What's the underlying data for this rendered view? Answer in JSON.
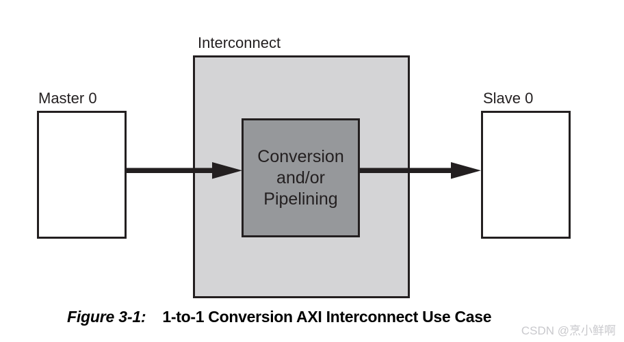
{
  "figure": {
    "diagram_type": "block-diagram",
    "background_color": "#ffffff",
    "line_color": "#231f20",
    "interconnect_fill": "#d4d4d6",
    "conversion_fill": "#96989b",
    "blocks": {
      "master": {
        "label": "Master 0",
        "fill": "#ffffff"
      },
      "interconnect": {
        "label": "Interconnect",
        "fill": "#d4d4d6"
      },
      "conversion": {
        "label_lines": [
          "Conversion",
          "and/or",
          "Pipelining"
        ],
        "fill": "#96989b"
      },
      "slave": {
        "label": "Slave 0",
        "fill": "#ffffff"
      }
    },
    "connections": [
      {
        "name": "master-to-conversion",
        "from": "Master 0",
        "to": "Conversion and/or Pipelining",
        "direction": "right",
        "style": "solid-thick-arrow"
      },
      {
        "name": "conversion-to-slave",
        "from": "Conversion and/or Pipelining",
        "to": "Slave 0",
        "direction": "right",
        "style": "solid-thick-arrow"
      }
    ]
  },
  "caption": {
    "figure_number": "Figure 3-1:",
    "title": "1-to-1 Conversion AXI Interconnect Use Case"
  },
  "watermark": {
    "text": "CSDN @烹小鲜啊"
  }
}
